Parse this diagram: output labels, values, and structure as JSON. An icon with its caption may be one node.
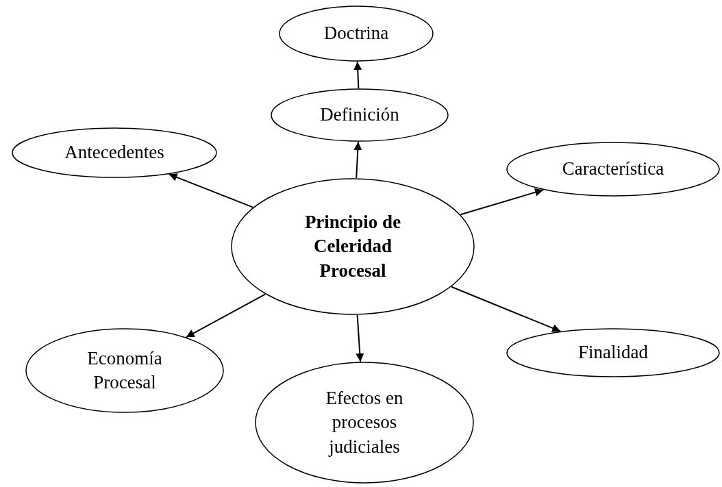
{
  "diagram": {
    "nodes": [
      {
        "text": [
          "Principio de Celeridad Procesal"
        ]
      },
      {
        "text": [
          "Definición"
        ]
      },
      {
        "text": [
          "Doctrina"
        ]
      },
      {
        "text": [
          "Antecedentes"
        ]
      },
      {
        "text": [
          "Característica"
        ]
      },
      {
        "text": [
          "Economía Procesal"
        ]
      },
      {
        "text": [
          "Efectos en procesos judiciales"
        ]
      },
      {
        "text": [
          "Finalidad"
        ]
      }
    ],
    "edges": [
      {
        "from": 0,
        "to": 1,
        "arrow": "to"
      },
      {
        "from": 1,
        "to": 2,
        "arrow": "to"
      },
      {
        "from": 0,
        "to": 3,
        "arrow": "to"
      },
      {
        "from": 0,
        "to": 4,
        "arrow": "to"
      },
      {
        "from": 0,
        "to": 5,
        "arrow": "to"
      },
      {
        "from": 0,
        "to": 6,
        "arrow": "to"
      },
      {
        "from": 0,
        "to": 7,
        "arrow": "to"
      }
    ]
  }
}
